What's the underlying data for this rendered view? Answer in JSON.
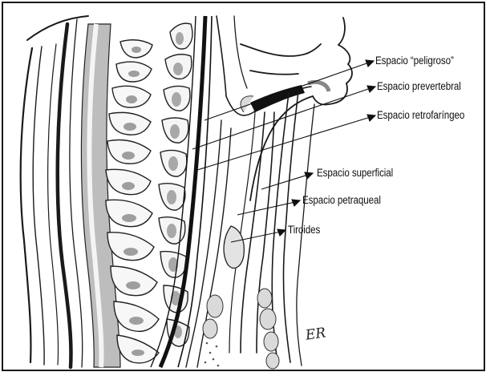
{
  "figure": {
    "labels": [
      {
        "id": "peligroso",
        "text": "Espacio “peligroso”"
      },
      {
        "id": "prevertebral",
        "text": "Espacio prevertebral"
      },
      {
        "id": "retrofaringeo",
        "text": "Espacio retrofaríngeo"
      },
      {
        "id": "superficial",
        "text": "Espacio superficial"
      },
      {
        "id": "petraqueal",
        "text": "Espacio petraqueal"
      },
      {
        "id": "tiroides",
        "text": "Tiroides"
      }
    ],
    "signature": "ER"
  },
  "colors": {
    "ink": "#111111",
    "shade": "#9a9a9a",
    "light_shade": "#cfcfcf",
    "background": "#ffffff"
  }
}
